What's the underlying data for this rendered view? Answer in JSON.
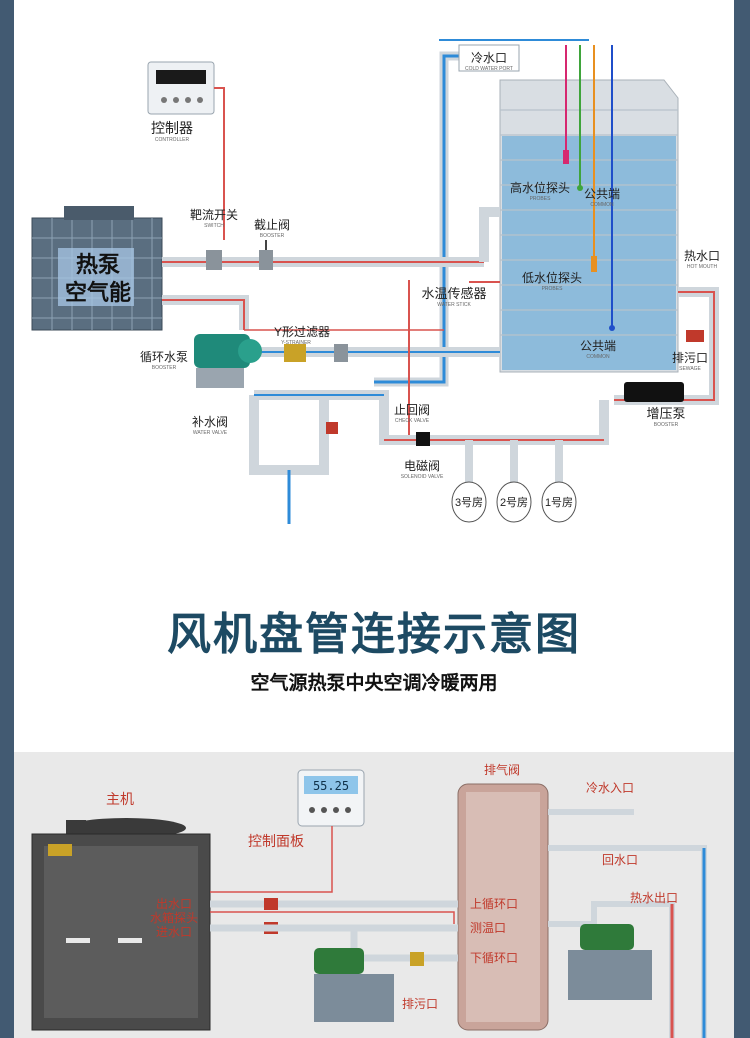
{
  "top": {
    "controller": {
      "label": "控制器",
      "sub": "CONTROLLER"
    },
    "heat_pump": {
      "line1": "热泵",
      "line2": "空气能"
    },
    "switch": {
      "label": "靶流开关",
      "sub": "SWITCH"
    },
    "stop_valve": {
      "label": "截止阀",
      "sub": "BOOSTER"
    },
    "cold_inlet": {
      "label": "冷水口",
      "sub": "COLD WATER PORT"
    },
    "high_probe": {
      "label": "高水位探头",
      "sub": "PROBES"
    },
    "common_1": {
      "label": "公共端",
      "sub": "COMMON"
    },
    "hot_outlet": {
      "label": "热水口",
      "sub": "HOT MOUTH"
    },
    "low_probe": {
      "label": "低水位探头",
      "sub": "PROBES"
    },
    "temp_sensor": {
      "label": "水温传感器",
      "sub": "WATER STICK"
    },
    "y_strainer": {
      "label": "Y形过滤器",
      "sub": "Y-STRAINER"
    },
    "common_2": {
      "label": "公共端",
      "sub": "COMMON"
    },
    "drain": {
      "label": "排污口",
      "sub": "SEWAGE"
    },
    "circ_pump": {
      "label": "循环水泵",
      "sub": "BOOSTER"
    },
    "check_valve": {
      "label": "止回阀",
      "sub": "CHECK VALVE"
    },
    "booster_pump": {
      "label": "增压泵",
      "sub": "BOOSTER"
    },
    "makeup_valve": {
      "label": "补水阀",
      "sub": "WATER VALVE"
    },
    "solenoid": {
      "label": "电磁阀",
      "sub": "SOLENOID VALVE"
    },
    "rooms": [
      "3号房",
      "2号房",
      "1号房"
    ]
  },
  "title": {
    "main": "风机盘管连接示意图",
    "sub": "空气源热泵中央空调冷暖两用"
  },
  "bottom": {
    "host": "主机",
    "control_panel": "控制面板",
    "display": "55.25",
    "exhaust_valve": "排气阀",
    "cold_inlet": "冷水入口",
    "return_port": "回水口",
    "hot_outlet": "热水出口",
    "outlet": "出水口",
    "tank_probe": "水箱探头",
    "inlet": "进水口",
    "upper_cycle": "上循环口",
    "temp_port": "测温口",
    "lower_cycle": "下循环口",
    "drain": "排污口"
  },
  "colors": {
    "pipe_blue": "#2e8bd8",
    "pipe_red": "#d9534f",
    "pipe_grey": "#cfd6dc",
    "title": "#1d4a63"
  }
}
